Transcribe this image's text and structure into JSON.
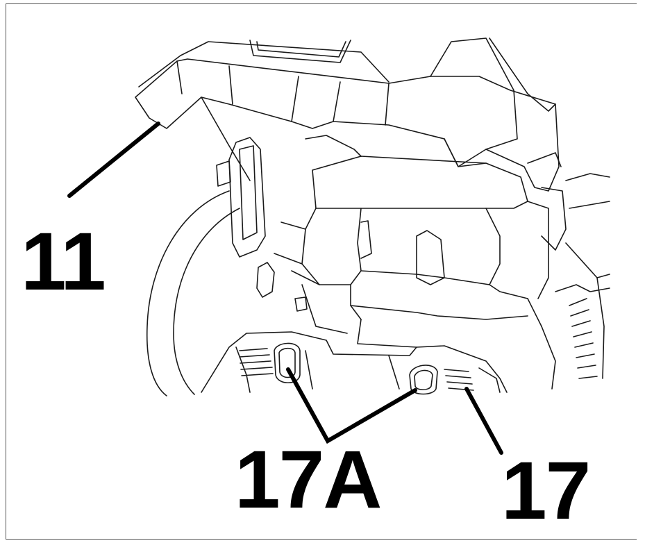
{
  "callouts": {
    "lid": "11",
    "release_lever": "17A",
    "battery_slot": "17"
  },
  "colors": {
    "ink": "#000000",
    "background": "#ffffff",
    "line_art": "#1a1a1a"
  }
}
